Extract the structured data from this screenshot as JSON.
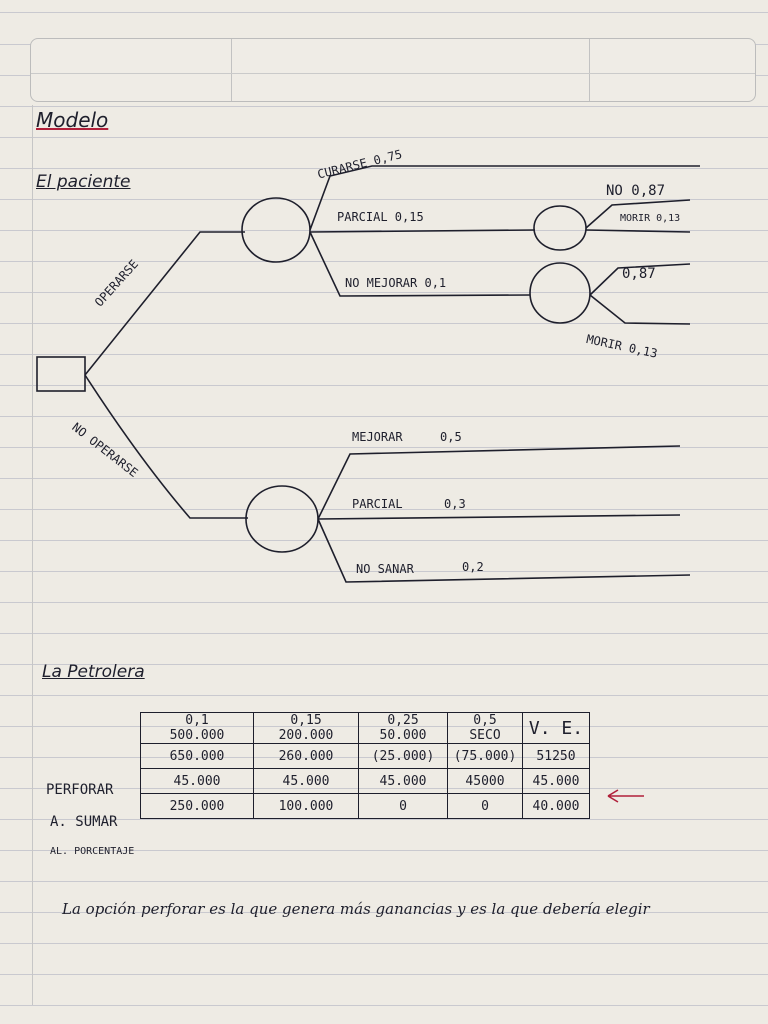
{
  "headings": {
    "modelo": "Modelo",
    "paciente": "El paciente",
    "petrolera": "La Petrolera"
  },
  "tree1": {
    "operarse": "OPERARSE",
    "no_operarse": "NO OPERARSE",
    "op_curarse": "CURARSE 0,75",
    "op_parcial": "PARCIAL 0,15",
    "op_no_mejorar": "NO MEJORAR 0,1",
    "parcial_no": "NO 0,87",
    "parcial_morir": "MORIR 0,13",
    "nomejorar_no": "0,87",
    "nomejorar_morir": "MORIR 0,13",
    "noop_mejorar": "MEJORAR",
    "noop_mejorar_p": "0,5",
    "noop_parcial": "PARCIAL",
    "noop_parcial_p": "0,3",
    "noop_no_sanar": "NO SANAR",
    "noop_no_sanar_p": "0,2"
  },
  "table": {
    "probs": [
      "0,1",
      "0,15",
      "0,25",
      "0,5"
    ],
    "outcomes": [
      "500.000",
      "200.000",
      "50.000",
      "SECO"
    ],
    "ve_header": "V. E.",
    "rows": [
      {
        "label": "PERFORAR",
        "values": [
          "650.000",
          "260.000",
          "(25.000)",
          "(75.000)"
        ],
        "ve": "51250"
      },
      {
        "label": "A. SUMAR",
        "values": [
          "45.000",
          "45.000",
          "45.000",
          "45000"
        ],
        "ve": "45.000"
      },
      {
        "label": "AL. PORCENTAJE",
        "values": [
          "250.000",
          "100.000",
          "0",
          "0"
        ],
        "ve": "40.000"
      }
    ]
  },
  "conclusion": "La opción perforar es la que genera más ganancias y es la que debería elegir",
  "colors": {
    "ink": "#1e1f2c",
    "red": "#b0203a"
  }
}
